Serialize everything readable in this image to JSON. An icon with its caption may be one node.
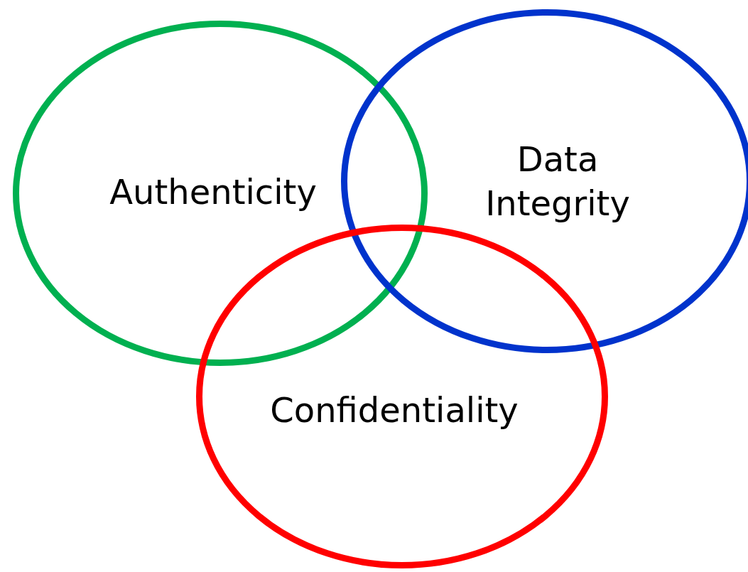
{
  "diagram": {
    "nodes": [
      {
        "text": [
          "Authenticity"
        ]
      },
      {
        "text": [
          "Data Integrity"
        ]
      },
      {
        "text": [
          "Confidentiality"
        ]
      }
    ]
  }
}
